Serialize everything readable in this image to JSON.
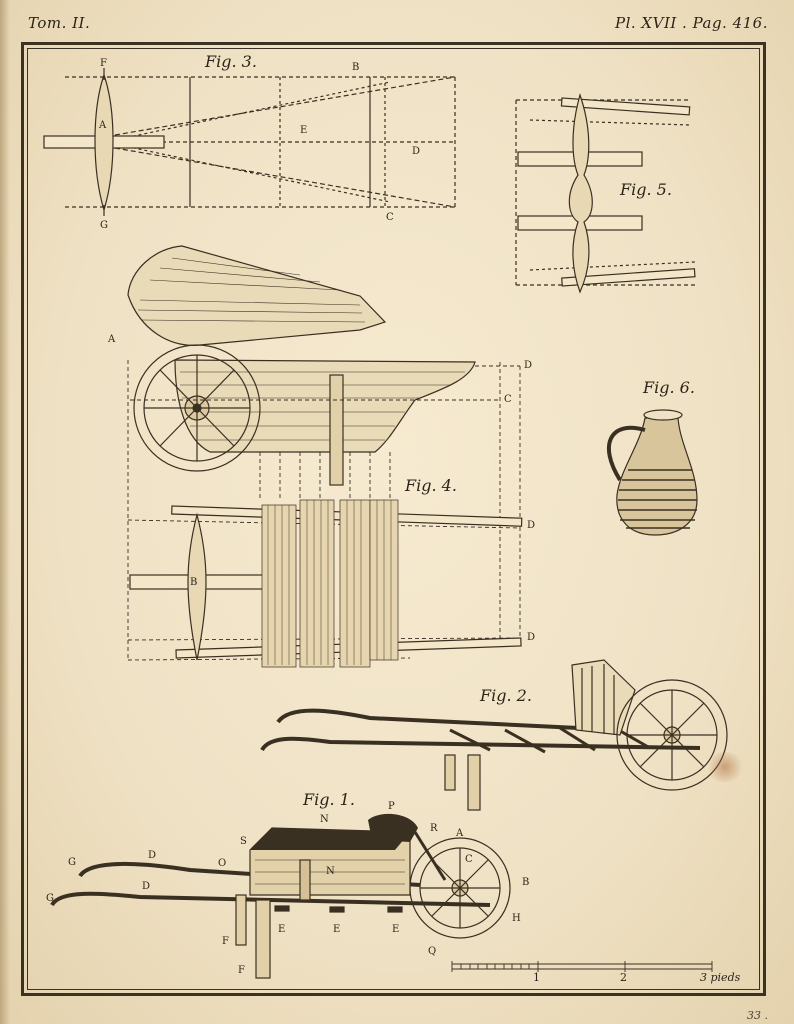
{
  "header": {
    "volume": "Tom. II.",
    "plate": "Pl. XVII . Pag. 416."
  },
  "figures": {
    "fig1": "Fig. 1.",
    "fig2": "Fig. 2.",
    "fig3": "Fig. 3.",
    "fig4": "Fig. 4.",
    "fig5": "Fig. 5.",
    "fig6": "Fig. 6."
  },
  "letters": {
    "fig3": {
      "F": "F",
      "G": "G",
      "A": "A",
      "B": "B",
      "E": "E",
      "D": "D",
      "C": "C"
    },
    "fig4": {
      "A": "A",
      "B": "B",
      "C": "C",
      "D1": "D",
      "D2": "D",
      "D3": "D"
    },
    "fig1": {
      "N1": "N",
      "N2": "N",
      "P": "P",
      "R": "R",
      "A": "A",
      "S": "S",
      "C": "C",
      "O": "O",
      "B": "B",
      "G1": "G",
      "G2": "G",
      "D1": "D",
      "D2": "D",
      "E1": "E",
      "E2": "E",
      "E3": "E",
      "H": "H",
      "F1": "F",
      "F2": "F",
      "Q": "Q"
    }
  },
  "scale": {
    "mark1": "1",
    "mark2": "2",
    "unit": "3 pieds"
  },
  "footer": {
    "signature": "33 ."
  }
}
